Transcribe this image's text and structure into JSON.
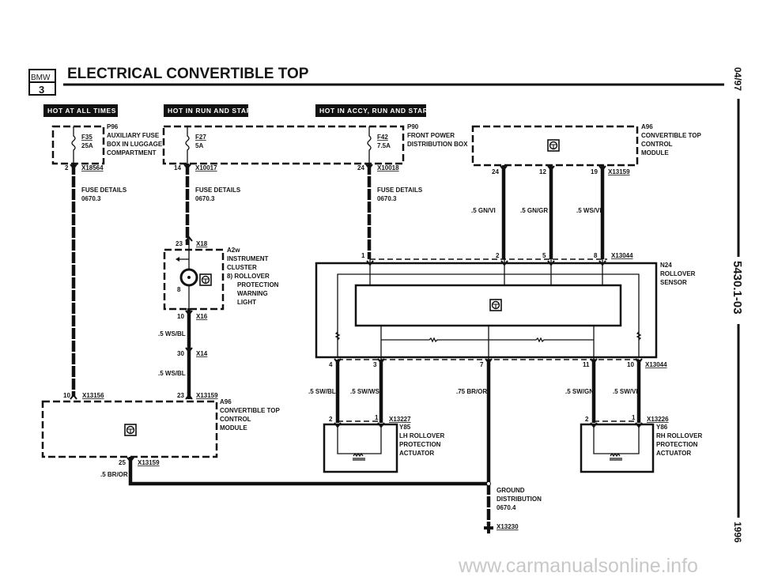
{
  "header": {
    "logo_text": "BMW",
    "logo_series": "3",
    "title": "ELECTRICAL CONVERTIBLE TOP"
  },
  "banners": [
    "HOT AT ALL TIMES",
    "HOT IN RUN AND START",
    "HOT IN ACCY, RUN AND START"
  ],
  "components": {
    "p96": {
      "id": "P96",
      "lines": [
        "AUXILIARY FUSE",
        "BOX IN LUGGAGE",
        "COMPARTMENT"
      ],
      "fuse": "F35",
      "rating": "25A"
    },
    "f27": {
      "fuse": "F27",
      "rating": "5A"
    },
    "p90": {
      "id": "P90",
      "lines": [
        "FRONT POWER",
        "DISTRIBUTION BOX"
      ],
      "fuse": "F42",
      "rating": "7.5A"
    },
    "a96_top": {
      "id": "A96",
      "lines": [
        "CONVERTIBLE TOP",
        "CONTROL",
        "MODULE"
      ]
    },
    "a2w": {
      "id": "A2w",
      "lines": [
        "INSTRUMENT",
        "CLUSTER",
        "8)  ROLLOVER",
        "PROTECTION",
        "WARNING",
        "LIGHT"
      ],
      "pin": "8"
    },
    "a96_bottom": {
      "id": "A96",
      "lines": [
        "CONVERTIBLE TOP",
        "CONTROL",
        "MODULE"
      ]
    },
    "n24": {
      "id": "N24",
      "lines": [
        "ROLLOVER",
        "SENSOR"
      ]
    },
    "y85": {
      "id": "Y85",
      "lines": [
        "LH ROLLOVER",
        "PROTECTION",
        "ACTUATOR"
      ]
    },
    "y86": {
      "id": "Y86",
      "lines": [
        "RH ROLLOVER",
        "PROTECTION",
        "ACTUATOR"
      ]
    },
    "ground": {
      "lines": [
        "GROUND",
        "DISTRIBUTION",
        "0670.4"
      ],
      "connector": "X13230"
    }
  },
  "fuse_details": {
    "label": "FUSE DETAILS",
    "ref": "0670.3"
  },
  "connectors": {
    "x18564": {
      "id": "X18564",
      "pins": [
        "2"
      ]
    },
    "x10017": {
      "id": "X10017",
      "pins": [
        "14"
      ]
    },
    "x10018": {
      "id": "X10018",
      "pins": [
        "24"
      ]
    },
    "x13159_top": {
      "id": "X13159",
      "pins": [
        "24",
        "12",
        "19"
      ]
    },
    "x18": {
      "id": "X18",
      "pins": [
        "23"
      ]
    },
    "x16": {
      "id": "X16",
      "pins": [
        "10"
      ]
    },
    "x14": {
      "id": "X14",
      "pins": [
        "30"
      ]
    },
    "x13156": {
      "id": "X13156",
      "pins": [
        "10"
      ]
    },
    "x13159_mid": {
      "id": "X13159",
      "pins": [
        "23"
      ]
    },
    "x13159_low": {
      "id": "X13159",
      "pins": [
        "25"
      ]
    },
    "x13044_top": {
      "id": "X13044",
      "pins": [
        "1",
        "2",
        "5",
        "8"
      ]
    },
    "x13044_bot": {
      "id": "X13044",
      "pins": [
        "4",
        "3",
        "7",
        "11",
        "10"
      ]
    },
    "x13227": {
      "id": "X13227",
      "pins": [
        "2",
        "1"
      ]
    },
    "x13226": {
      "id": "X13226",
      "pins": [
        "2",
        "1"
      ]
    }
  },
  "wires": {
    "gn_vi": ".5 GN/VI",
    "gn_gr": ".5 GN/GR",
    "ws_vi": ".5 WS/VI",
    "ws_bl_1": ".5 WS/BL",
    "ws_bl_2": ".5 WS/BL",
    "br_or_1": ".5 BR/OR",
    "sw_bl": ".5 SW/BL",
    "sw_ws": ".5 SW/WS",
    "br_or_2": ".75 BR/OR",
    "sw_gn": ".5 SW/GN",
    "sw_vi": ".5 SW/VI"
  },
  "margin": {
    "date": "04/97",
    "page": "5430.1-03",
    "year": "1996"
  },
  "watermark": "www.carmanualsonline.info"
}
